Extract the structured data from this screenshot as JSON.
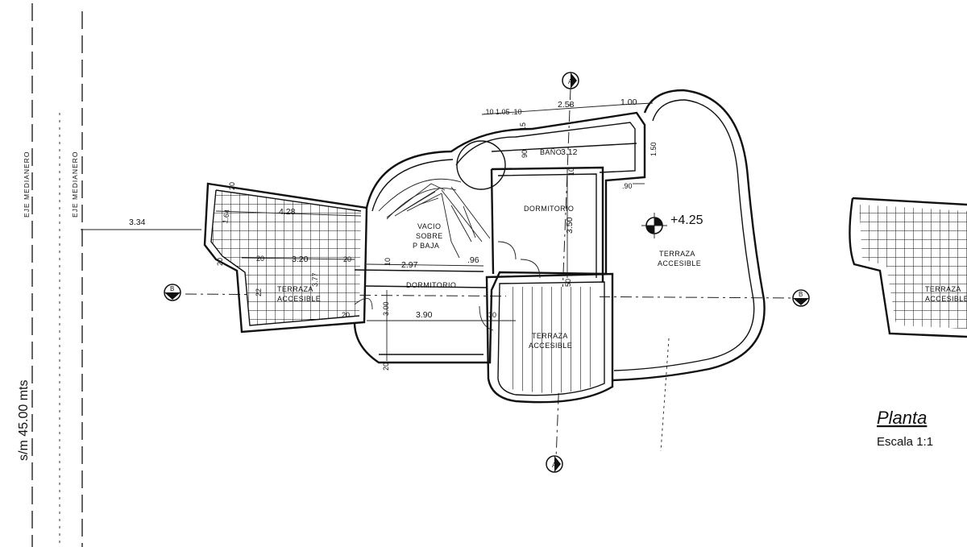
{
  "labels": {
    "terraza_left": [
      "TERRAZA",
      "ACCESIBLE"
    ],
    "terraza_center": [
      "TERRAZA",
      "ACCESIBLE"
    ],
    "terraza_right": [
      "TERRAZA",
      "ACCESIBLE"
    ],
    "terraza_far_right": [
      "TERRAZA",
      "ACCESIBLE"
    ],
    "vacio": [
      "VACIO",
      "SOBRE",
      "P BAJA"
    ],
    "dormitorio_upper": "DORMITORIO",
    "dormitorio_lower": "DORMITORIO",
    "bano": "BAÑO",
    "level": "+4.25",
    "eje_1": "EJE MEDIANERO",
    "eje_2": "EJE MEDIANERO",
    "lot_dim": "s/m 45.00 mts",
    "title": "Planta",
    "scale": "Escala 1:1",
    "section_a": "A",
    "section_b": "B"
  },
  "dimensions": {
    "d_334": "3.34",
    "d_428": "4.28",
    "d_164": "1.64",
    "d_320": "3.20",
    "d_20a": "20",
    "d_20b": "20",
    "d_20c": "20",
    "d_20d": "20",
    "d_20e": "20",
    "d_20f": "20",
    "d_10a": "10",
    "d_10b": "10",
    "d_297": "2.97",
    "d_96": ".96",
    "d_390": "3.90",
    "d_300": "3.00",
    "d_30": "30",
    "d_350": "3.50",
    "d_312": "3.12",
    "d_258": "2.58",
    "d_100": "1.00",
    "d_105": ".10 1.05 .10",
    "d_150": "1.50",
    "d_90a": ".90",
    "d_90b": "90",
    "d_15": "15",
    "d_22": "22",
    "d_377": "3.77",
    "d_50": "50"
  }
}
